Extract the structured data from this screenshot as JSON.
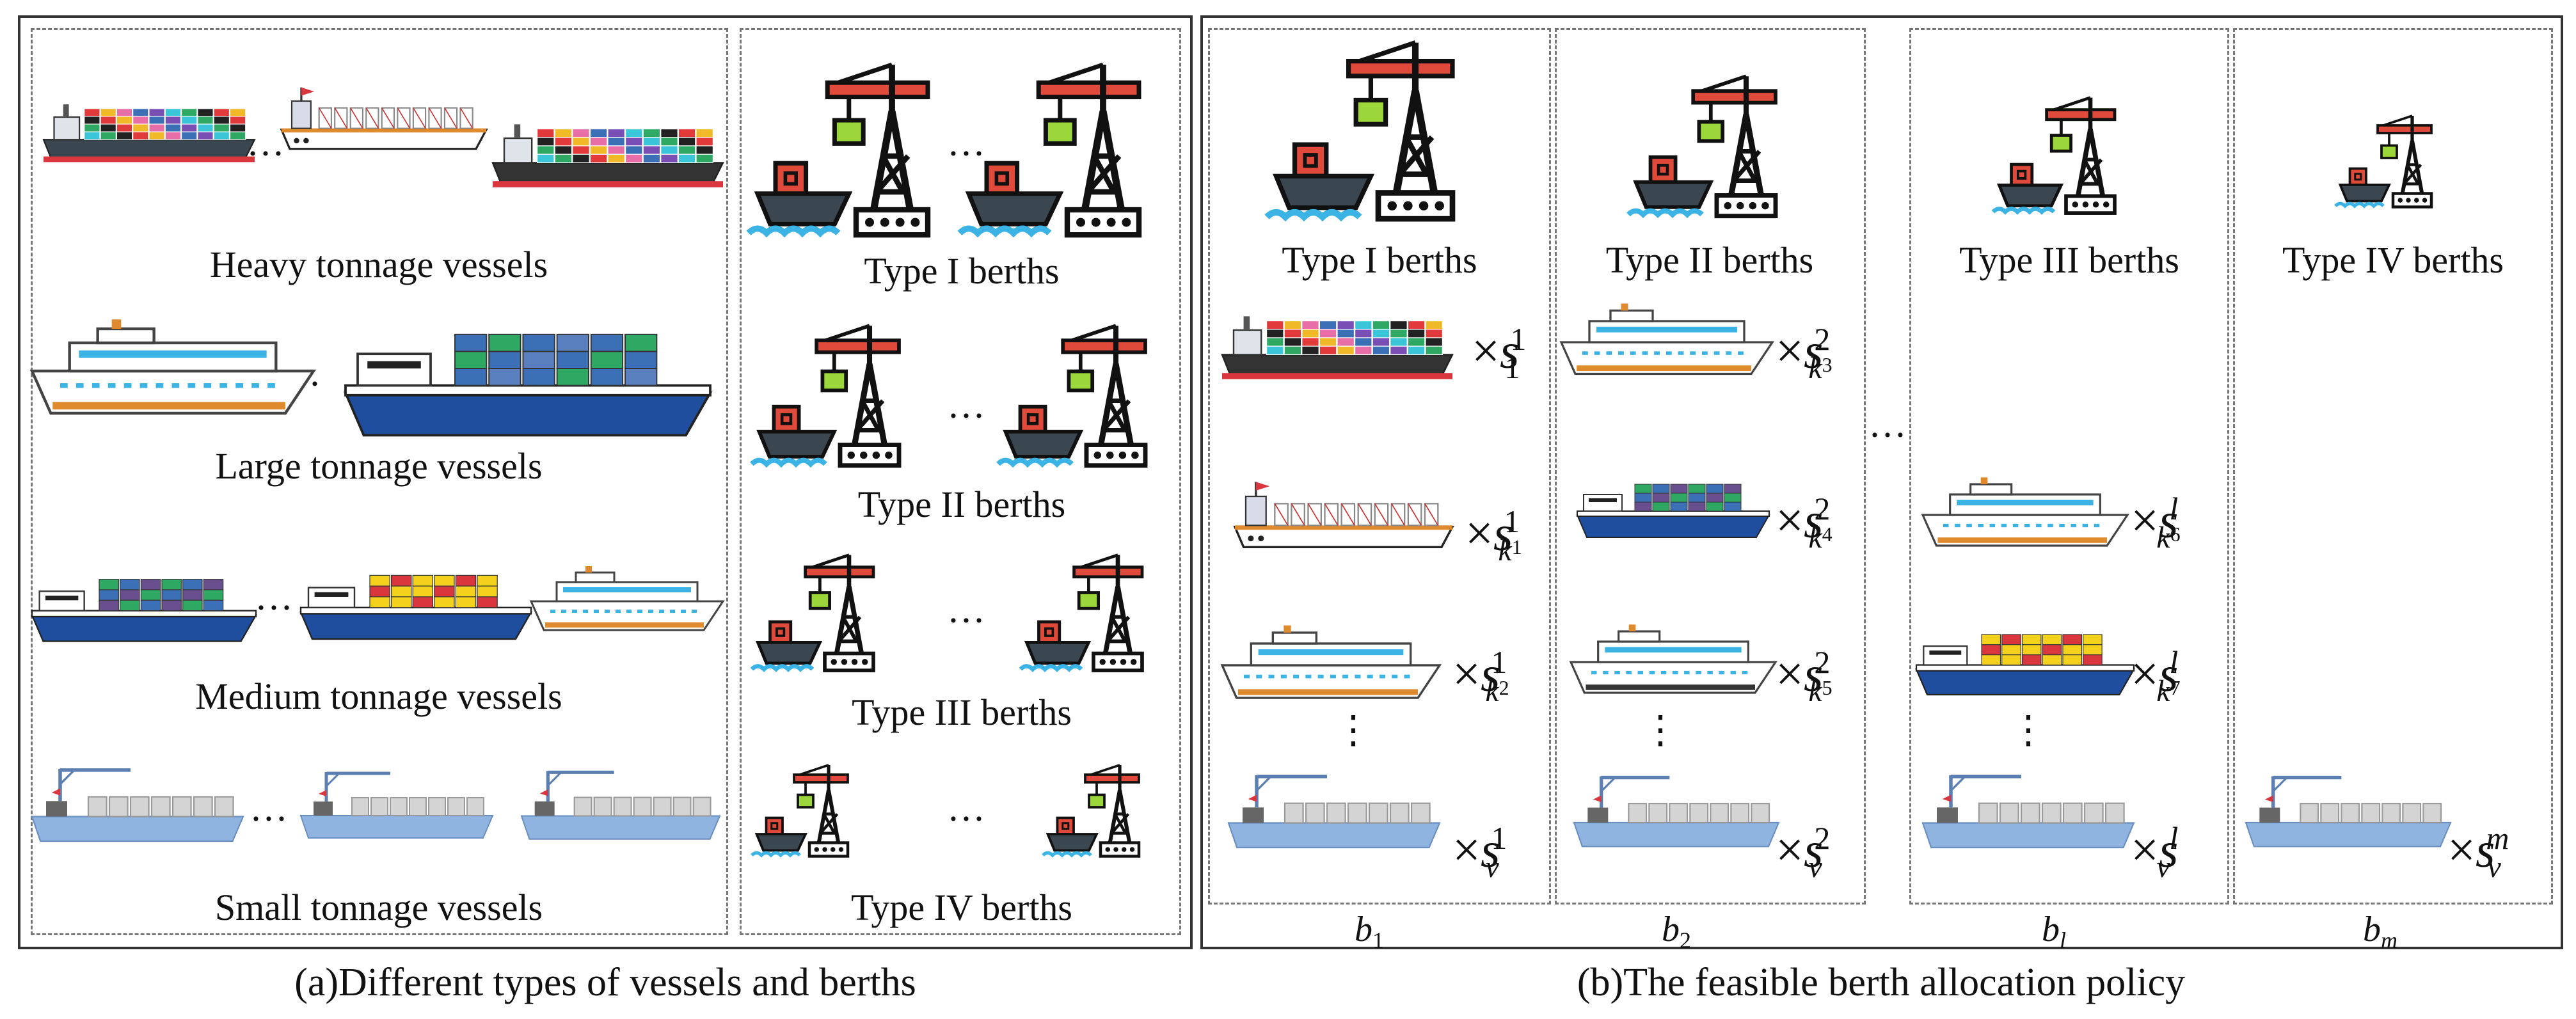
{
  "panel_a": {
    "caption": "(a)Different types of vessels and berths",
    "vessel_classes": [
      "Heavy tonnage vessels",
      "Large tonnage vessels",
      "Medium tonnage vessels",
      "Small tonnage vessels"
    ],
    "berth_types": [
      "Type I berths",
      "Type II berths",
      "Type III berths",
      "Type IV berths"
    ],
    "ellipsis": "···"
  },
  "panel_b": {
    "caption": "(b)The feasible berth allocation policy",
    "columns": [
      {
        "header": "Type I berths",
        "bottom_label": "b",
        "bottom_sub": "1",
        "rows": [
          {
            "base": "s",
            "sup": "1",
            "sub": "1",
            "sub2": ""
          },
          {
            "base": "s",
            "sup": "1",
            "sub": "k",
            "sub2": "1"
          },
          {
            "base": "s",
            "sup": "1",
            "sub": "k",
            "sub2": "2"
          },
          {
            "base": "s",
            "sup": "1",
            "sub": "v",
            "sub2": ""
          }
        ]
      },
      {
        "header": "Type II berths",
        "bottom_label": "b",
        "bottom_sub": "2",
        "rows": [
          {
            "base": "s",
            "sup": "2",
            "sub": "k",
            "sub2": "3"
          },
          {
            "base": "s",
            "sup": "2",
            "sub": "k",
            "sub2": "4"
          },
          {
            "base": "s",
            "sup": "2",
            "sub": "k",
            "sub2": "5"
          },
          {
            "base": "s",
            "sup": "2",
            "sub": "v",
            "sub2": ""
          }
        ]
      },
      {
        "header": "Type III berths",
        "bottom_label": "b",
        "bottom_sub": "l",
        "rows": [
          {
            "base": "s",
            "sup": "l",
            "sub": "k",
            "sub2": "6"
          },
          {
            "base": "s",
            "sup": "l",
            "sub": "k",
            "sub2": "7"
          },
          {
            "base": "s",
            "sup": "l",
            "sub": "v",
            "sub2": ""
          }
        ]
      },
      {
        "header": "Type IV berths",
        "bottom_label": "b",
        "bottom_sub": "m",
        "rows": [
          {
            "base": "s",
            "sup": "m",
            "sub": "v",
            "sub2": ""
          }
        ]
      }
    ],
    "times": "×",
    "hdots": "···",
    "vdots": "⋮"
  },
  "colors": {
    "hull_dark": "#3a4750",
    "hull_red": "#d9363e",
    "hull_blue": "#1f4e9e",
    "deck_orange": "#e08a2e",
    "crane_red": "#e04a3a",
    "container_green": "#9bd63a",
    "water": "#3bb4e5",
    "cargo_blue": "#3b6fb6",
    "cargo_yellow": "#f4d11d",
    "small_hull": "#8fb4e0"
  }
}
